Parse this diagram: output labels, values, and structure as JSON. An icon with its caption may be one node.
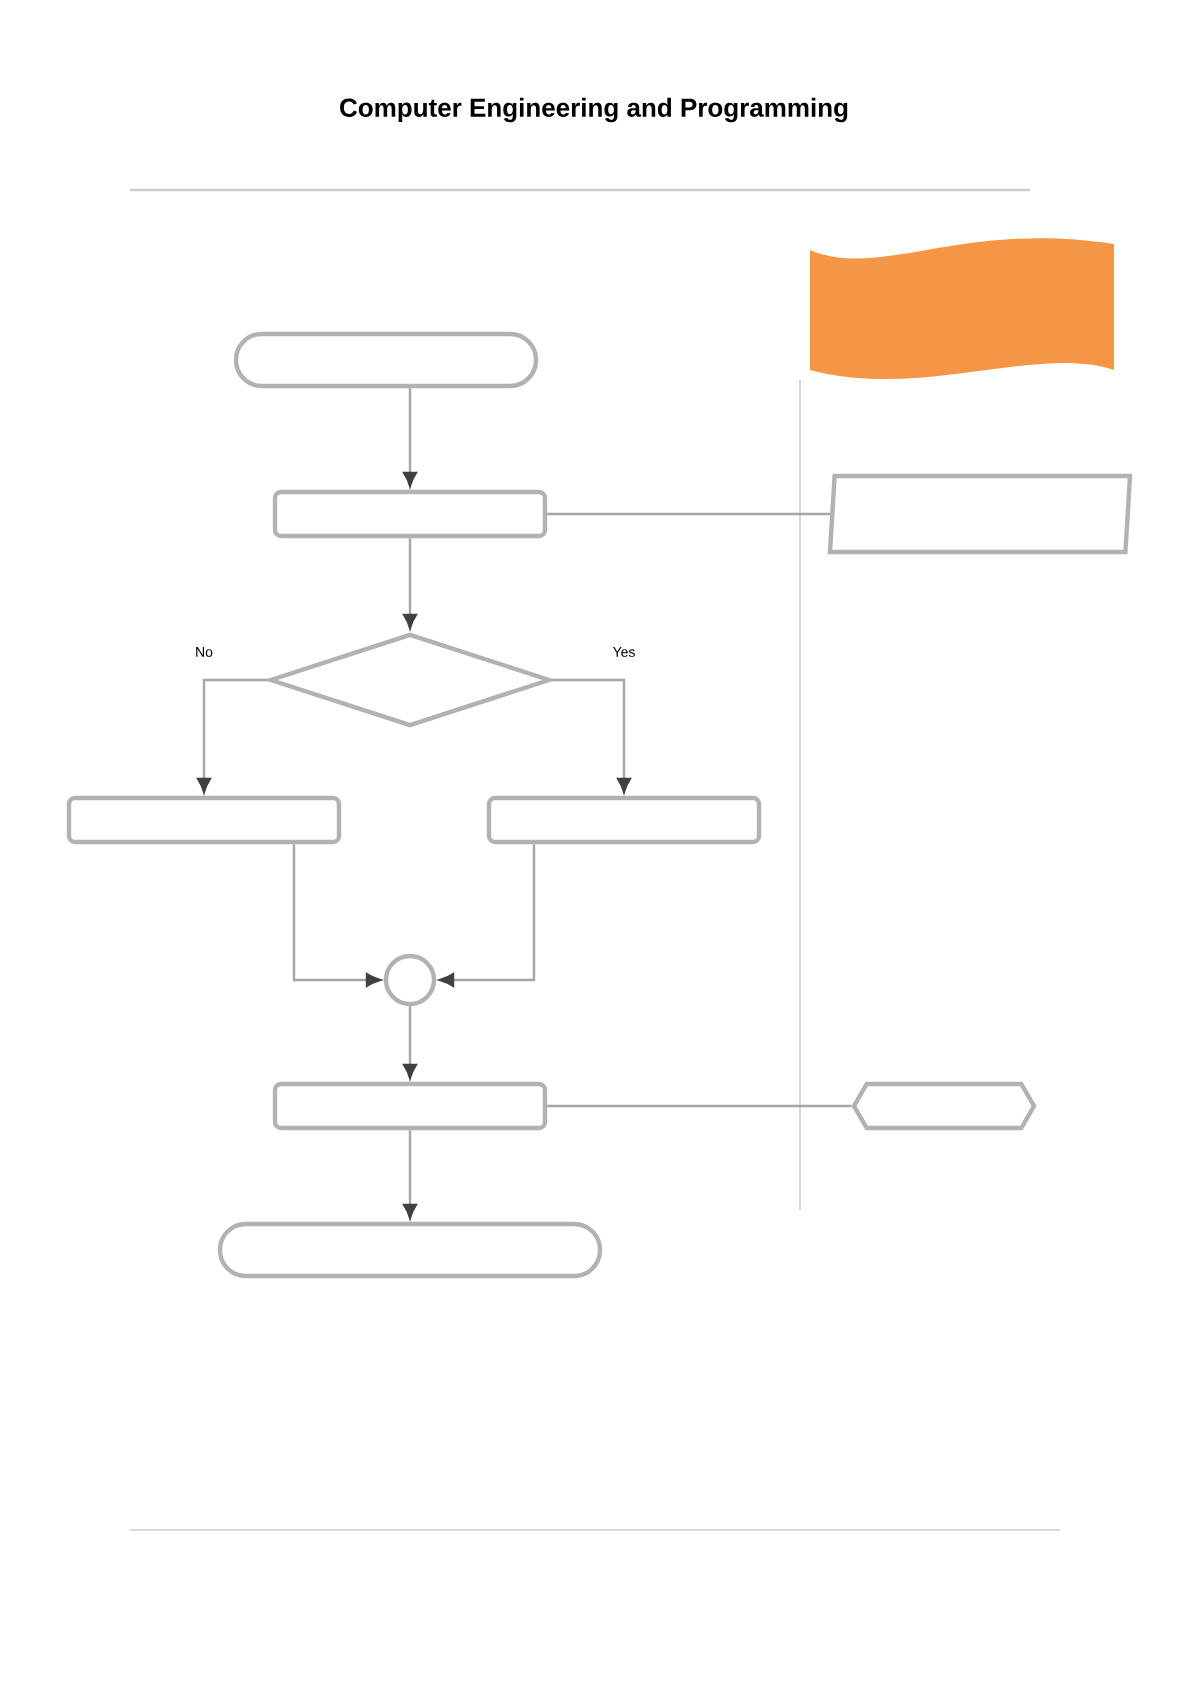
{
  "diagram": {
    "title": "Computer Engineering and Programming",
    "nodes": [
      {
        "text": [],
        "shape": "stadium"
      },
      {
        "text": [],
        "shape": "box"
      },
      {
        "text": [],
        "shape": "parallelogram"
      },
      {
        "text": [],
        "shape": "diamond"
      },
      {
        "text": [],
        "shape": "box"
      },
      {
        "text": [],
        "shape": "box"
      },
      {
        "text": [],
        "shape": "circle"
      },
      {
        "text": [],
        "shape": "box"
      },
      {
        "text": [],
        "shape": "display"
      },
      {
        "text": [],
        "shape": "stadium"
      }
    ],
    "edges": [
      {
        "from": 0,
        "to": 1,
        "arrow": "to"
      },
      {
        "from": 1,
        "to": 3,
        "arrow": "to"
      },
      {
        "from": 1,
        "to": 2,
        "arrow": "none"
      },
      {
        "from": 3,
        "to": 4,
        "arrow": "to",
        "label": "No"
      },
      {
        "from": 3,
        "to": 5,
        "arrow": "to",
        "label": "Yes"
      },
      {
        "from": 4,
        "to": 6,
        "arrow": "to"
      },
      {
        "from": 5,
        "to": 6,
        "arrow": "to"
      },
      {
        "from": 6,
        "to": 7,
        "arrow": "to"
      },
      {
        "from": 7,
        "to": 8,
        "arrow": "none"
      },
      {
        "from": 7,
        "to": 9,
        "arrow": "to"
      }
    ]
  }
}
